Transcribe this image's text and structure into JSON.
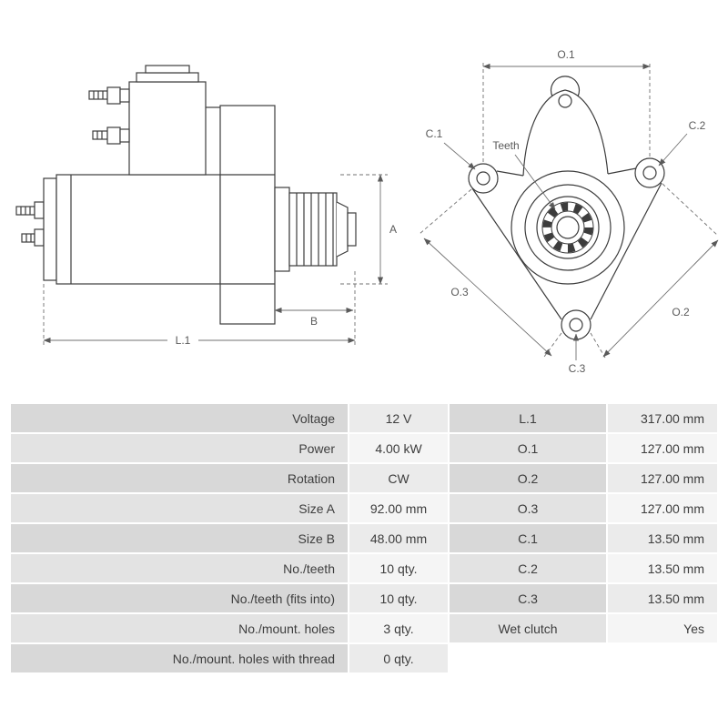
{
  "drawing": {
    "side": {
      "a": "A",
      "b": "B",
      "l1": "L.1"
    },
    "front": {
      "o1": "O.1",
      "o2": "O.2",
      "o3": "O.3",
      "c1": "C.1",
      "c2": "C.2",
      "c3": "C.3",
      "teeth": "Teeth"
    }
  },
  "spec_table": {
    "rows": [
      {
        "label": "Voltage",
        "value": "12 V",
        "label2": "L.1",
        "value2": "317.00 mm"
      },
      {
        "label": "Power",
        "value": "4.00 kW",
        "label2": "O.1",
        "value2": "127.00 mm"
      },
      {
        "label": "Rotation",
        "value": "CW",
        "label2": "O.2",
        "value2": "127.00 mm"
      },
      {
        "label": "Size A",
        "value": "92.00 mm",
        "label2": "O.3",
        "value2": "127.00 mm"
      },
      {
        "label": "Size B",
        "value": "48.00 mm",
        "label2": "C.1",
        "value2": "13.50 mm"
      },
      {
        "label": "No./teeth",
        "value": "10 qty.",
        "label2": "C.2",
        "value2": "13.50 mm"
      },
      {
        "label": "No./teeth (fits into)",
        "value": "10 qty.",
        "label2": "C.3",
        "value2": "13.50 mm"
      },
      {
        "label": "No./mount. holes",
        "value": "3 qty.",
        "label2": "Wet clutch",
        "value2": "Yes"
      },
      {
        "label": "No./mount. holes with thread",
        "value": "0 qty.",
        "label2": "",
        "value2": ""
      }
    ]
  },
  "colors": {
    "label_cell_odd": "#d8d8d8",
    "label_cell_even": "#e3e3e3",
    "value_cell_odd": "#ebebeb",
    "value_cell_even": "#f5f5f5",
    "text": "#3d3d3d",
    "drawing_line": "#3c3c3c",
    "dimension_line": "#707070"
  }
}
